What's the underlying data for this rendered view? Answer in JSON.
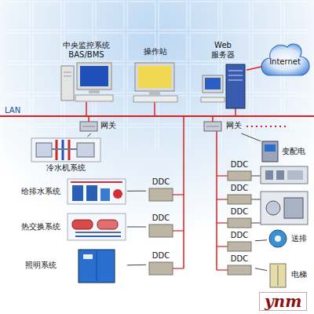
{
  "diagram": {
    "nodes": [
      {
        "text": [
          "中央监控系统 BAS/BMS"
        ]
      },
      {
        "text": [
          "操作站"
        ]
      },
      {
        "text": [
          "Web 服务器"
        ]
      },
      {
        "text": [
          "Internet"
        ]
      },
      {
        "text": [
          "网关"
        ]
      },
      {
        "text": [
          "网关"
        ]
      },
      {
        "text": [
          "冷水机系统"
        ]
      },
      {
        "text": [
          "给排水系统"
        ]
      },
      {
        "text": [
          "DDC"
        ]
      },
      {
        "text": [
          "热交换系统"
        ]
      },
      {
        "text": [
          "DDC"
        ]
      },
      {
        "text": [
          "照明系统"
        ]
      },
      {
        "text": [
          "DDC"
        ]
      },
      {
        "text": [
          "DDC"
        ]
      },
      {
        "text": [
          "DDC"
        ]
      },
      {
        "text": [
          "DDC"
        ]
      },
      {
        "text": [
          "DDC"
        ]
      },
      {
        "text": [
          "DDC"
        ]
      },
      {
        "text": [
          "变配电"
        ]
      },
      {
        "text": [
          "送排"
        ]
      },
      {
        "text": [
          "电梯"
        ]
      }
    ],
    "edges": [
      {
        "from": 2,
        "to": 3,
        "arrow": "none"
      },
      {
        "from": 4,
        "to": 6,
        "arrow": "none"
      },
      {
        "from": 8,
        "to": 7,
        "arrow": "none"
      },
      {
        "from": 10,
        "to": 9,
        "arrow": "none"
      },
      {
        "from": 12,
        "to": 11,
        "arrow": "none"
      },
      {
        "from": 5,
        "to": 18,
        "arrow": "none"
      },
      {
        "from": 16,
        "to": 19,
        "arrow": "none"
      },
      {
        "from": 17,
        "to": 20,
        "arrow": "none"
      }
    ],
    "labels": [
      "LAN",
      "ynm"
    ]
  }
}
